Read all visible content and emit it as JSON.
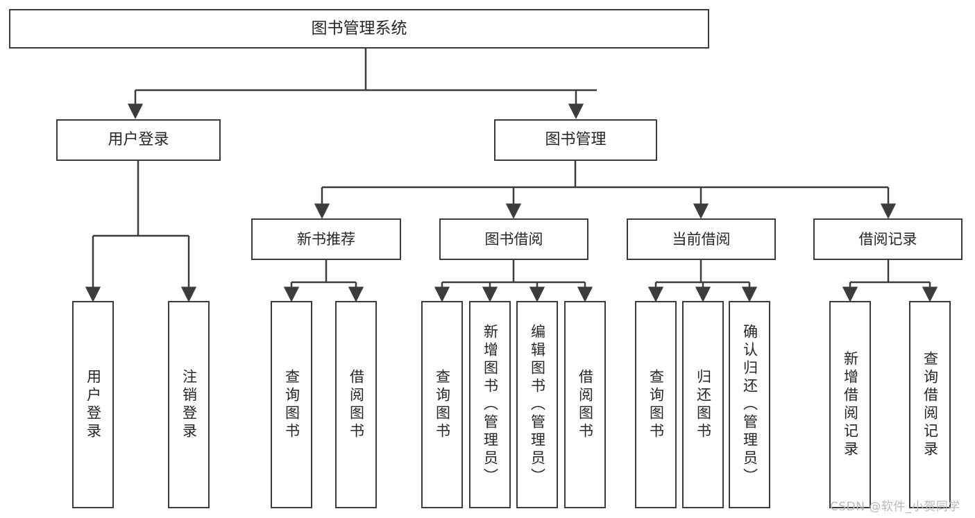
{
  "diagram": {
    "title": "图书管理系统",
    "watermark": "CSDN @软件_小贺同学",
    "style": {
      "stroke": "#3c3c3c",
      "fill": "#ffffff",
      "text": "#262626",
      "watermark_color": "#b8b8b8"
    },
    "nodes": {
      "root": {
        "label": "图书管理系统"
      },
      "level1": [
        {
          "label": "用户登录"
        },
        {
          "label": "图书管理"
        }
      ],
      "level2": [
        {
          "label": "新书推荐"
        },
        {
          "label": "图书借阅"
        },
        {
          "label": "当前借阅"
        },
        {
          "label": "借阅记录"
        }
      ],
      "leaves_user_login": [
        {
          "label": "用户登录"
        },
        {
          "label": "注销登录"
        }
      ],
      "leaves_new_book": [
        {
          "label": "查询图书"
        },
        {
          "label": "借阅图书"
        }
      ],
      "leaves_borrow": [
        {
          "label": "查询图书"
        },
        {
          "label": "新增图书（管理员）"
        },
        {
          "label": "编辑图书（管理员）"
        },
        {
          "label": "借阅图书"
        }
      ],
      "leaves_current": [
        {
          "label": "查询图书"
        },
        {
          "label": "归还图书"
        },
        {
          "label": "确认归还（管理员）"
        }
      ],
      "leaves_records": [
        {
          "label": "新增借阅记录"
        },
        {
          "label": "查询借阅记录"
        }
      ]
    }
  }
}
